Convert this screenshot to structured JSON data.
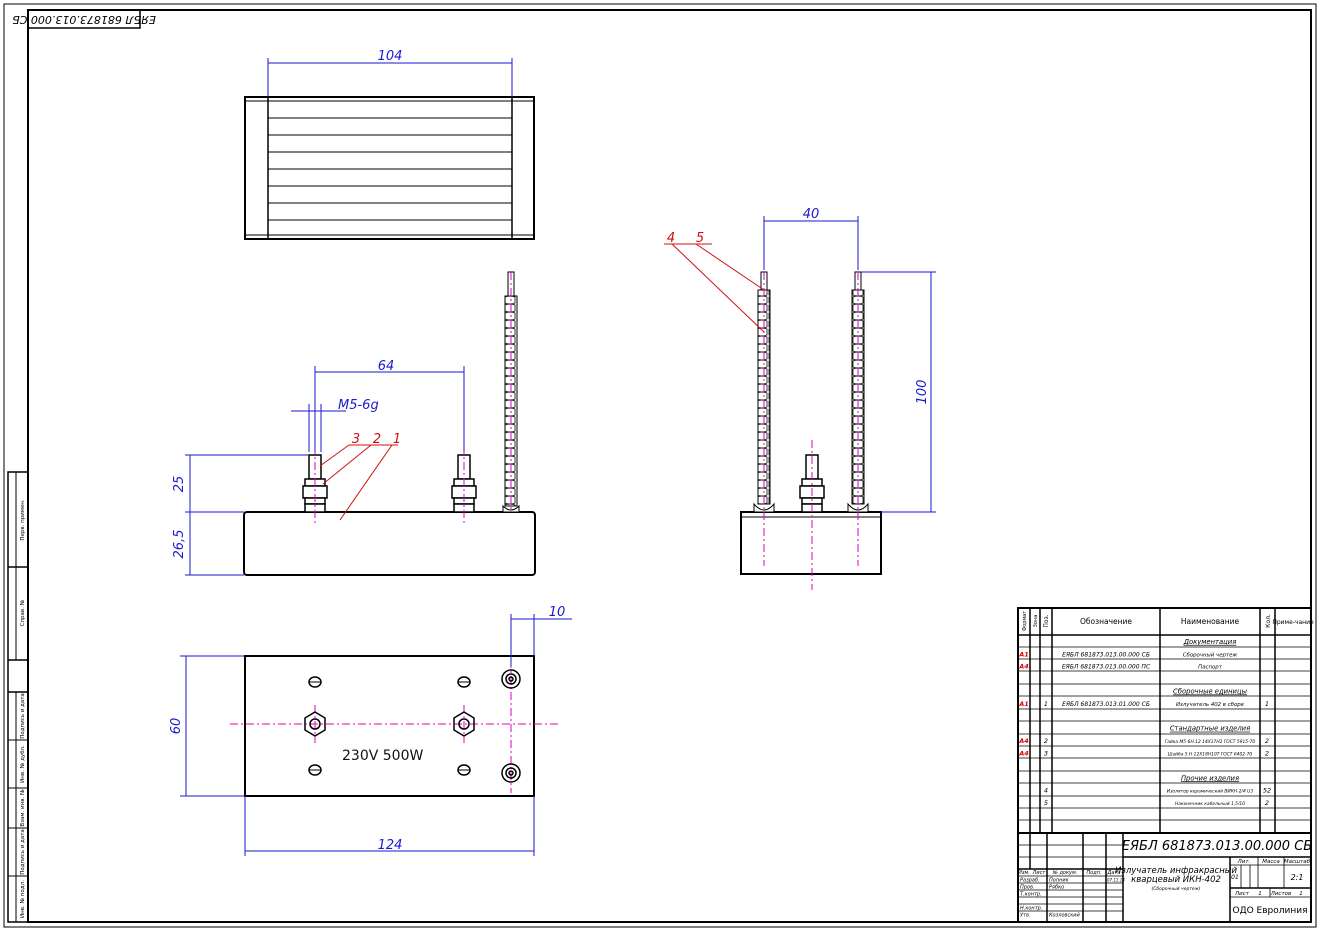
{
  "drawing": {
    "corner_code": "ЕЯБЛ 681873.013.000 СБ",
    "plate_label": "230V 500W"
  },
  "dimensions": {
    "top_width": "104",
    "front_spacing": "64",
    "thread": "M5-6g",
    "stud_height": "25",
    "body_height": "26,5",
    "side_spacing": "40",
    "lead_length": "100",
    "bottom_height": "60",
    "bottom_width": "124",
    "edge_offset": "10"
  },
  "leaders": {
    "front": [
      "3",
      "2",
      "1"
    ],
    "side": [
      "4",
      "5"
    ]
  },
  "side_stamp": [
    "Перв. примен.",
    "Справ. №",
    "Подпись и дата",
    "Инв. № дубл.",
    "Взам. инв. №",
    "Подпись и дата",
    "Инв. № подл."
  ],
  "spec_table": {
    "headers": {
      "format": "Формат",
      "zone": "Зона",
      "pos": "Поз.",
      "designation": "Обозначение",
      "name": "Наименование",
      "qty": "Кол.",
      "note": "Приме-чание"
    },
    "rows": [
      {
        "format": "",
        "pos": "",
        "designation": "",
        "name": "Документация",
        "qty": "",
        "section": true
      },
      {
        "format": "А1",
        "pos": "",
        "designation": "ЕЯБЛ 681873.013.00.000 СБ",
        "name": "Сборочный чертеж",
        "qty": ""
      },
      {
        "format": "А4",
        "pos": "",
        "designation": "ЕЯБЛ 681873.013.00.000 ПС",
        "name": "Паспорт",
        "qty": ""
      },
      {
        "format": "",
        "pos": "",
        "designation": "",
        "name": "",
        "qty": ""
      },
      {
        "format": "",
        "pos": "",
        "designation": "",
        "name": "Сборочные единицы",
        "qty": "",
        "section": true
      },
      {
        "format": "А1",
        "pos": "1",
        "designation": "ЕЯБЛ 681873.013.01.000 СБ",
        "name": "Излучатель 402 в сборе",
        "qty": "1"
      },
      {
        "format": "",
        "pos": "",
        "designation": "",
        "name": "",
        "qty": ""
      },
      {
        "format": "",
        "pos": "",
        "designation": "",
        "name": "Стандартные изделия",
        "qty": "",
        "section": true
      },
      {
        "format": "А4",
        "pos": "2",
        "designation": "",
        "name": "Гайка М5-6Н.12 14X17Н2 ГОСТ 5915-70",
        "qty": "2"
      },
      {
        "format": "А4",
        "pos": "3",
        "designation": "",
        "name": "Шайба 5.Н 12Х18Н10Т ГОСТ 6402-70",
        "qty": "2"
      },
      {
        "format": "",
        "pos": "",
        "designation": "",
        "name": "",
        "qty": ""
      },
      {
        "format": "",
        "pos": "",
        "designation": "",
        "name": "Прочие изделия",
        "qty": "",
        "section": true
      },
      {
        "format": "",
        "pos": "4",
        "designation": "",
        "name": "Изолятор керамический ВИКН-2/4 U3",
        "qty": "52"
      },
      {
        "format": "",
        "pos": "5",
        "designation": "",
        "name": "Наконечник кабельный 1,5/10",
        "qty": "2"
      },
      {
        "format": "",
        "pos": "",
        "designation": "",
        "name": "",
        "qty": ""
      },
      {
        "format": "",
        "pos": "",
        "designation": "",
        "name": "",
        "qty": ""
      }
    ]
  },
  "title_block": {
    "code": "ЕЯБЛ 681873.013.00.000 СБ",
    "name_line1": "Излучатель инфракрасный",
    "name_line2": "кварцевый ИКН-402",
    "doc_type": "(Сборочный чертеж)",
    "col_heads": [
      "Изм.",
      "Лист",
      "№ докум.",
      "Подп.",
      "Дата"
    ],
    "roles": [
      {
        "role": "Разраб.",
        "person": "Попник",
        "date": "07.11.14"
      },
      {
        "role": "Пров.",
        "person": "Рябко",
        "date": ""
      },
      {
        "role": "Т.контр.",
        "person": "",
        "date": ""
      },
      {
        "role": "",
        "person": "",
        "date": ""
      },
      {
        "role": "Н.контр.",
        "person": "",
        "date": ""
      },
      {
        "role": "Утв.",
        "person": "Козловский",
        "date": ""
      }
    ],
    "lit_label": "Лит.",
    "mass_label": "Масса",
    "scale_label": "Масштаб",
    "lit_value": "01",
    "scale": "2:1",
    "sheet_label": "Лист",
    "sheet": "1",
    "sheets_label": "Листов",
    "sheets": "1",
    "company": "ОДО Евролиния"
  }
}
